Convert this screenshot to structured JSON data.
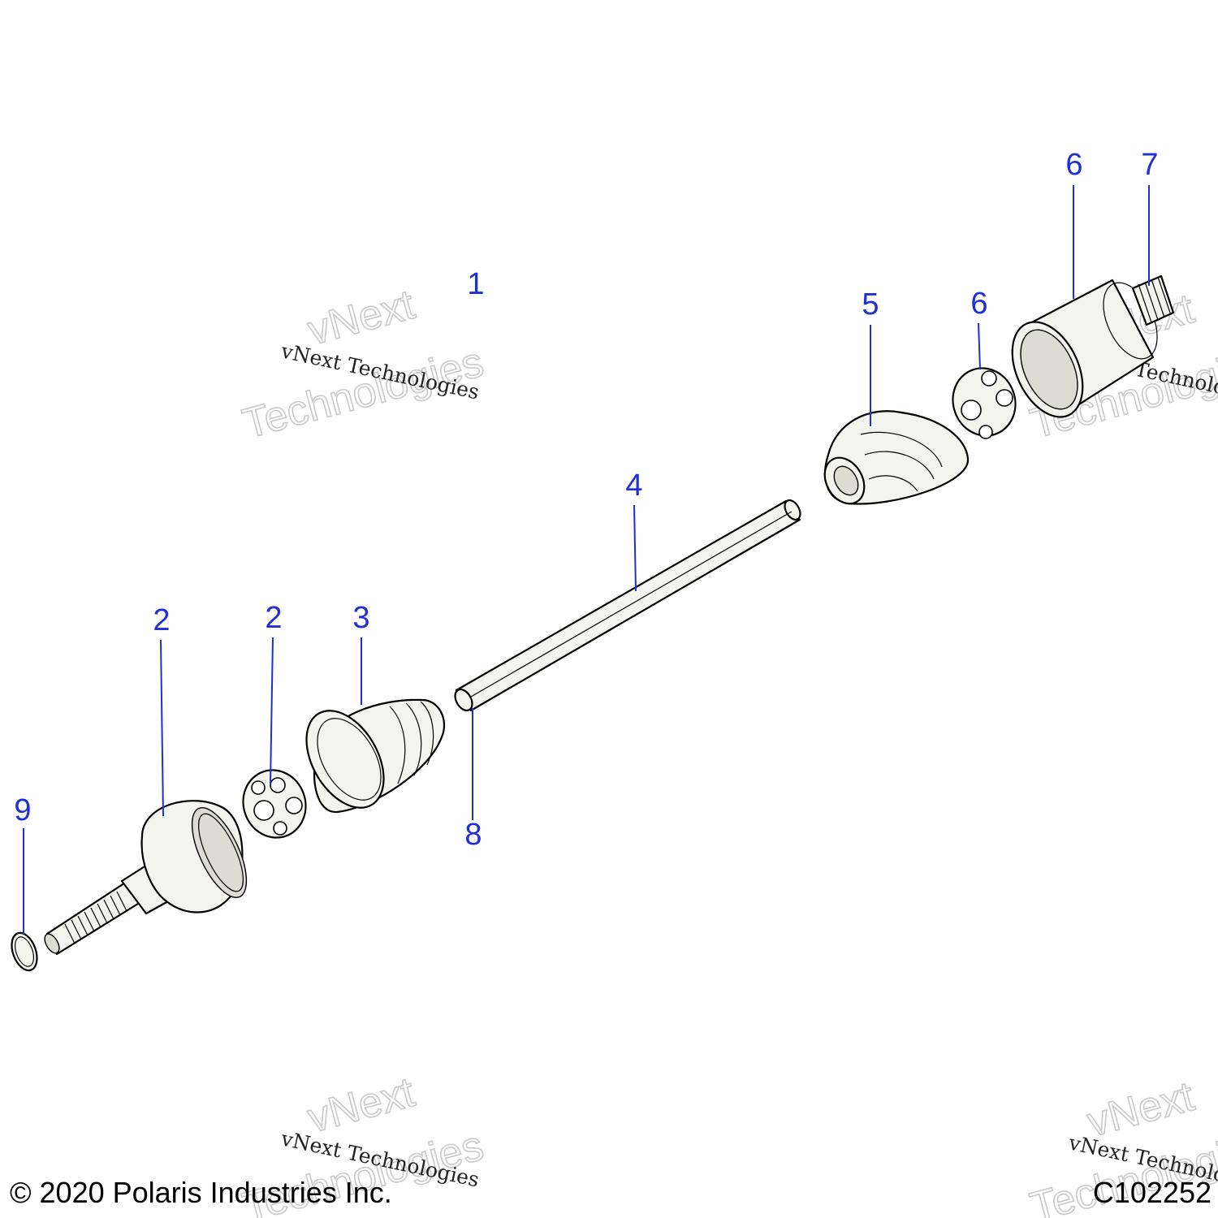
{
  "diagram": {
    "callouts": [
      {
        "id": "c1",
        "label": "1"
      },
      {
        "id": "c2a",
        "label": "2"
      },
      {
        "id": "c2b",
        "label": "2"
      },
      {
        "id": "c3",
        "label": "3"
      },
      {
        "id": "c4",
        "label": "4"
      },
      {
        "id": "c5",
        "label": "5"
      },
      {
        "id": "c6a",
        "label": "6"
      },
      {
        "id": "c6b",
        "label": "6"
      },
      {
        "id": "c7",
        "label": "7"
      },
      {
        "id": "c8",
        "label": "8"
      },
      {
        "id": "c9",
        "label": "9"
      }
    ],
    "watermark": {
      "primary": "vNext Technologies",
      "line1": "vNext",
      "line2": "Technologies"
    },
    "colors": {
      "callout": "#1f2fd6",
      "watermark": "#c9c9c9",
      "part_fill": "#f4f4ee"
    }
  },
  "footer": {
    "copyright": "© 2020 Polaris Industries Inc.",
    "figure_id": "C102252"
  }
}
